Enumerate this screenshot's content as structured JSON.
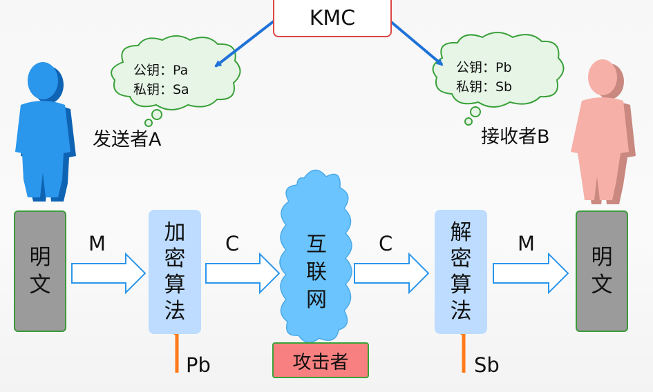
{
  "kmc": {
    "label": "KMC"
  },
  "sender": {
    "public_key": "公钥：Pa",
    "private_key": "私钥：Sa",
    "label": "发送者A"
  },
  "receiver": {
    "public_key": "公钥：Pb",
    "private_key": "私钥：Sb",
    "label": "接收者B"
  },
  "plaintext_left": {
    "char1": "明",
    "char2": "文"
  },
  "plaintext_right": {
    "char1": "明",
    "char2": "文"
  },
  "encrypt": {
    "chars": [
      "加",
      "密",
      "算",
      "法"
    ]
  },
  "decrypt": {
    "chars": [
      "解",
      "密",
      "算",
      "法"
    ]
  },
  "internet": {
    "chars": [
      "互",
      "联",
      "网"
    ]
  },
  "attacker": {
    "label": "攻击者"
  },
  "flow_labels": {
    "m1": "M",
    "c1": "C",
    "c2": "C",
    "m2": "M"
  },
  "key_inputs": {
    "encrypt_key": "Pb",
    "decrypt_key": "Sb"
  },
  "colors": {
    "sender": "#1f8fe6",
    "receiver": "#f6b0a8",
    "algorithm_box": "#bddcff",
    "plaintext_box": "#9b9b9b",
    "attacker_box": "#f98080",
    "kmc_arrow": "#1f72d8",
    "key_arrow": "#ff7a1a",
    "cloud": "#6cc4ff"
  }
}
